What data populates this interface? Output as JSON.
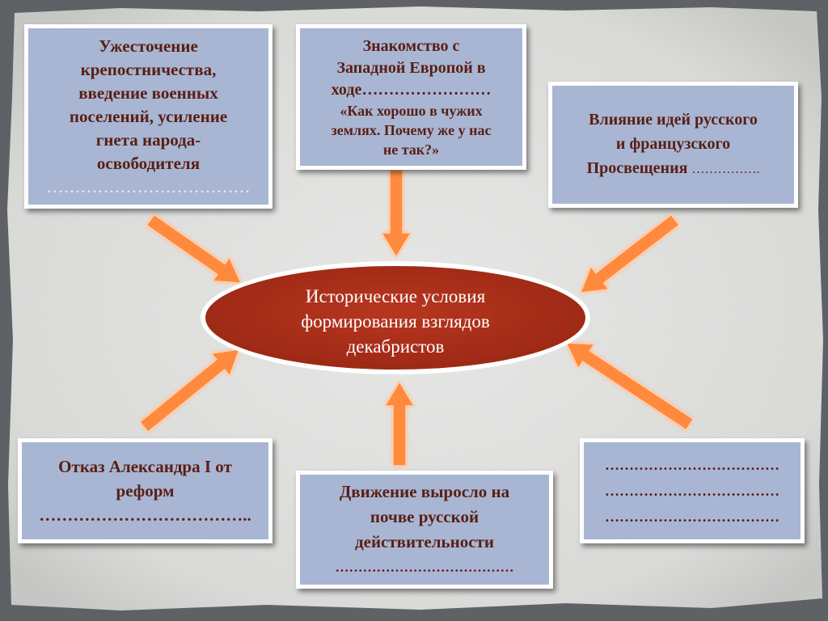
{
  "center": {
    "lines": [
      "Исторические условия",
      "формирования взглядов",
      "декабристов"
    ]
  },
  "boxes": {
    "top_left": {
      "lines": [
        "Ужесточение",
        "крепостничества,",
        "введение военных",
        "поселений, усиление",
        "гнета народа-",
        "освободителя"
      ],
      "dots": "………………………………"
    },
    "top_center": {
      "lines": [
        "Знакомство с",
        "Западной Европой в",
        "ходе……………………"
      ],
      "quote_lines": [
        "«Как хорошо в чужих",
        "землях. Почему же у нас",
        "не так?»"
      ]
    },
    "top_right": {
      "lines": [
        "Влияние идей русского",
        "и французского",
        "Просвещения"
      ],
      "dots": "……………."
    },
    "bottom_left": {
      "lines": [
        "Отказ Александра I от",
        "реформ",
        "……………………………….."
      ]
    },
    "bottom_center": {
      "lines": [
        "Движение выросло на",
        "почве русской",
        "действительности"
      ],
      "dots": "…………………………………"
    },
    "bottom_right": {
      "lines": [
        "………………………………",
        "………………………………",
        "………………………………"
      ]
    }
  },
  "colors": {
    "box_fill": "#a8b6d4",
    "box_text": "#5a1e12",
    "ellipse_fill": "#a82e1a",
    "arrow_fill": "#ff8a3d",
    "paper": "#e7e7e6",
    "background": "#5f6265"
  }
}
